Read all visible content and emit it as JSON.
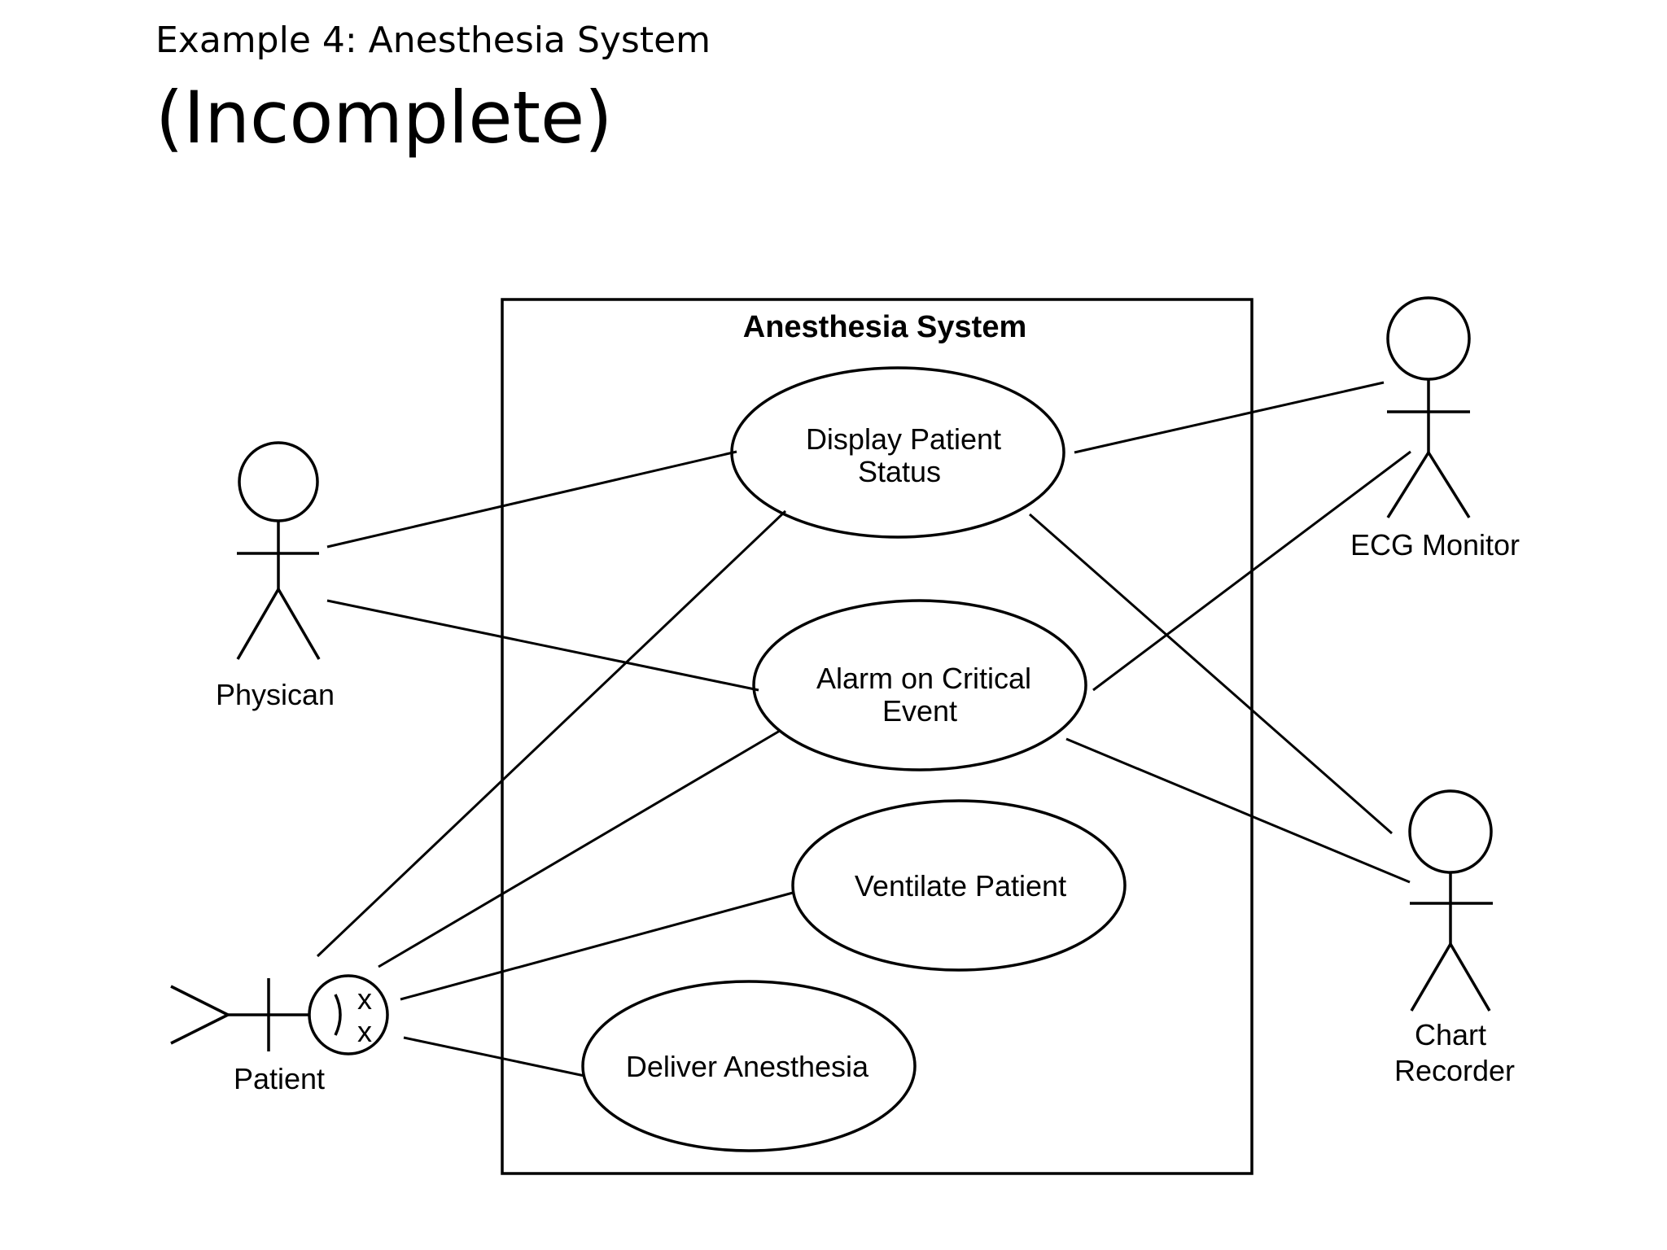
{
  "slide": {
    "subtitle": "Example 4: Anesthesia System",
    "title": "(Incomplete)"
  },
  "diagram": {
    "system": {
      "name": "Anesthesia System"
    },
    "use_cases": [
      {
        "id": "display",
        "lines": [
          "Display Patient",
          "Status"
        ]
      },
      {
        "id": "alarm",
        "lines": [
          "Alarm on Critical",
          "Event"
        ]
      },
      {
        "id": "ventilate",
        "lines": [
          "Ventilate Patient"
        ]
      },
      {
        "id": "deliver",
        "lines": [
          "Deliver Anesthesia"
        ]
      }
    ],
    "actors": [
      {
        "id": "physician",
        "lines": [
          "Physican"
        ]
      },
      {
        "id": "ecg",
        "lines": [
          "ECG Monitor"
        ]
      },
      {
        "id": "chart",
        "lines": [
          "Chart",
          "Recorder"
        ]
      },
      {
        "id": "patient",
        "lines": [
          "Patient"
        ],
        "face_marks": [
          "x",
          "x"
        ]
      }
    ],
    "associations": [
      {
        "actor": "physician",
        "use_case": "display"
      },
      {
        "actor": "physician",
        "use_case": "alarm"
      },
      {
        "actor": "patient",
        "use_case": "display"
      },
      {
        "actor": "patient",
        "use_case": "alarm"
      },
      {
        "actor": "patient",
        "use_case": "ventilate"
      },
      {
        "actor": "patient",
        "use_case": "deliver"
      },
      {
        "actor": "ecg",
        "use_case": "display"
      },
      {
        "actor": "ecg",
        "use_case": "alarm"
      },
      {
        "actor": "chart",
        "use_case": "display"
      },
      {
        "actor": "chart",
        "use_case": "alarm"
      }
    ]
  }
}
